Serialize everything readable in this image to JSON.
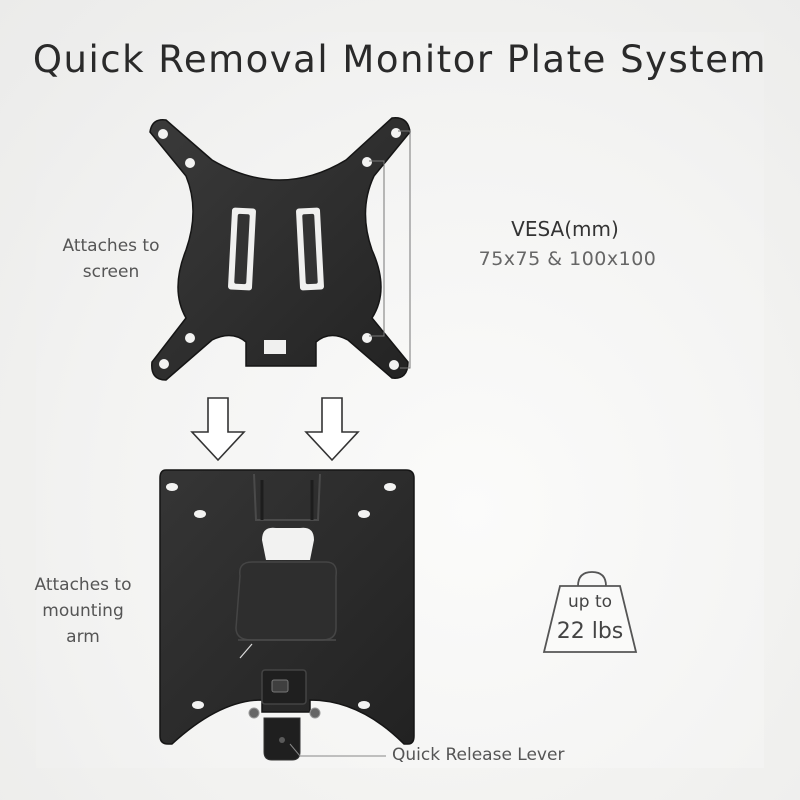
{
  "title": "Quick Removal Monitor Plate System",
  "vesa": {
    "heading": "VESA(mm)",
    "sizes": "75x75 & 100x100"
  },
  "labels": {
    "attaches_screen": "Attaches to\nscreen",
    "attaches_arm": "Attaches to\nmounting\narm",
    "quick_release": "Quick Release Lever"
  },
  "weight": {
    "line1": "up to",
    "line2": "22 lbs"
  },
  "colors": {
    "plate": "#2b2b2b",
    "plate_edge": "#1a1a1a",
    "text": "#555555"
  },
  "icons": [
    "down-arrow-icon",
    "weight-icon"
  ]
}
